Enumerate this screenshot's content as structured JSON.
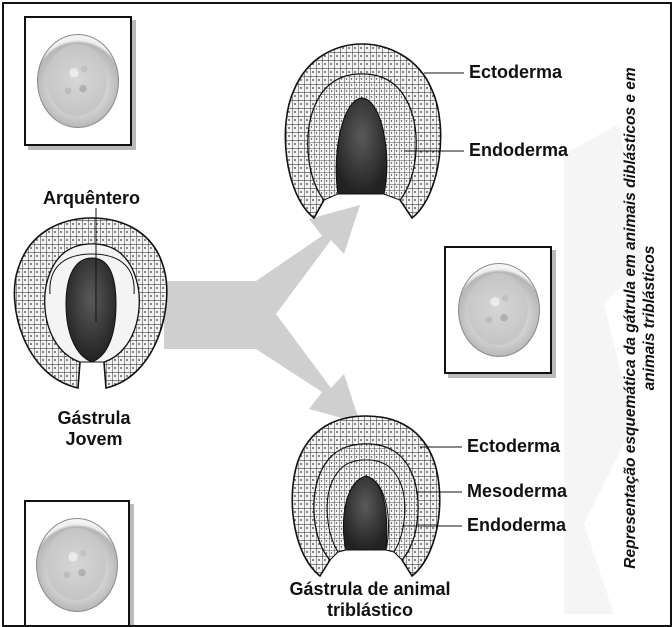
{
  "diagram": {
    "title_line1": "Representação esquemática da gátrula em animais diblásticos e em",
    "title_line2": "animais triblásticos",
    "labels": {
      "arquentero": "Arquêntero",
      "gastrula_jovem_line1": "Gástrula",
      "gastrula_jovem_line2": "Jovem",
      "diblastic_ectoderma": "Ectoderma",
      "diblastic_endoderma": "Endoderma",
      "triblastic_ectoderma": "Ectoderma",
      "triblastic_mesoderma": "Mesoderma",
      "triblastic_endoderma": "Endoderma",
      "triblastic_caption_line1": "Gástrula de animal",
      "triblastic_caption_line2": "triblástico"
    },
    "colors": {
      "arrow": "#cfcfcf",
      "archenteron": "#333333",
      "cell_fill": "#f2f2f2",
      "outline": "#111111"
    }
  }
}
